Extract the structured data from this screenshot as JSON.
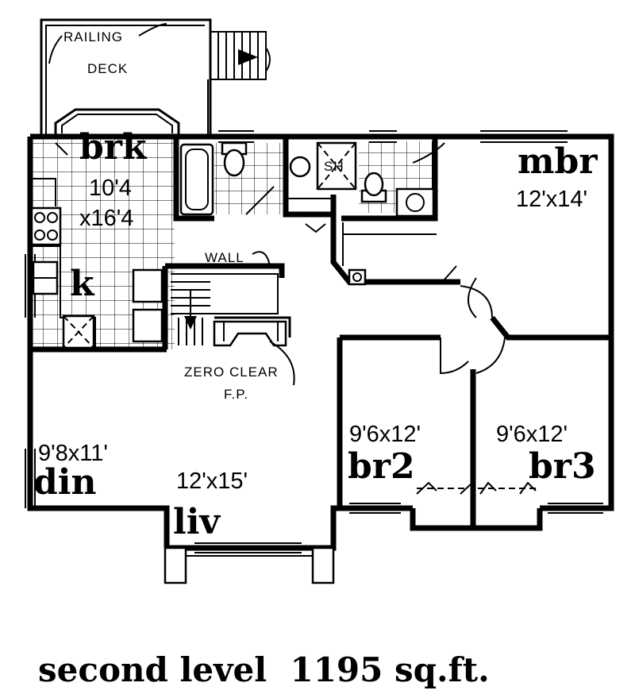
{
  "labels": {
    "railing": "RAILING",
    "deck": "DECK",
    "wall": "WALL",
    "zero_clear": "ZERO CLEAR",
    "fp": "F.P.",
    "shower": "SH"
  },
  "rooms": {
    "breakfast": {
      "name": "brk",
      "dim1": "10'4",
      "dim2": "x16'4"
    },
    "kitchen": {
      "name": "k"
    },
    "master": {
      "name": "mbr",
      "dim": "12'x14'"
    },
    "dining": {
      "name": "din",
      "dim": "9'8x11'"
    },
    "living": {
      "name": "liv",
      "dim": "12'x15'"
    },
    "bedroom2": {
      "name": "br2",
      "dim": "9'6x12'"
    },
    "bedroom3": {
      "name": "br3",
      "dim": "9'6x12'"
    }
  },
  "caption": "second level  1195 sq.ft."
}
